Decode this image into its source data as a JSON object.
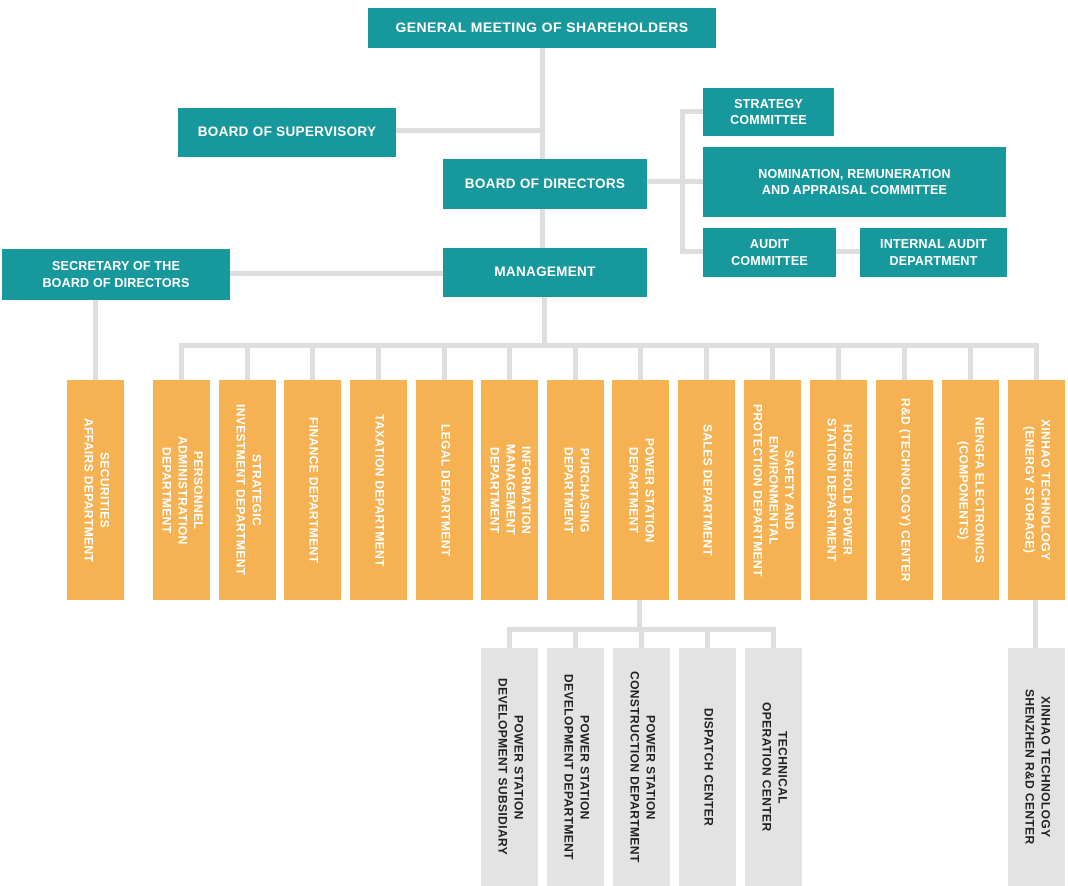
{
  "colors": {
    "teal": "#17989d",
    "orange": "#f6b152",
    "gray_box": "#e3e3e3",
    "connector_line": "#dedede",
    "light_text": "#ffffff",
    "dark_text": "#212121"
  },
  "chart_data": {
    "type": "org-chart",
    "root": "GENERAL MEETING OF SHAREHOLDERS",
    "hierarchy": [
      {
        "parent": "GENERAL MEETING OF SHAREHOLDERS",
        "children": [
          "BOARD OF SUPERVISORY",
          "BOARD OF DIRECTORS"
        ]
      },
      {
        "parent": "BOARD OF DIRECTORS",
        "children": [
          "STRATEGY COMMITTEE",
          "NOMINATION, REMUNERATION AND APPRAISAL COMMITTEE",
          "AUDIT COMMITTEE",
          "MANAGEMENT"
        ]
      },
      {
        "parent": "AUDIT COMMITTEE",
        "children": [
          "INTERNAL AUDIT DEPARTMENT"
        ]
      },
      {
        "parent": "MANAGEMENT",
        "children": [
          "SECRETARY OF THE BOARD OF DIRECTORS",
          "PERSONNEL ADMINISTRATION DEPARTMENT",
          "STRATEGIC INVESTMENT DEPARTMENT",
          "FINANCE DEPARTMENT",
          "TAXATION DEPARTMENT",
          "LEGAL DEPARTMENT",
          "INFORMATION MANAGEMENT DEPARTMENT",
          "PURCHASING DEPARTMENT",
          "POWER STATION DEPARTMENT",
          "SALES DEPARTMENT",
          "SAFETY AND ENVIRONMENTAL PROTECTION DEPARTMENT",
          "HOUSEHOLD POWER STATION DEPARTMENT",
          "R&D (TECHNOLOGY) CENTER",
          "NENGFA ELECTRONICS (COMPONENTS)",
          "XINHAO TECHNOLOGY (ENERGY STORAGE)"
        ]
      },
      {
        "parent": "SECRETARY OF THE BOARD OF DIRECTORS",
        "children": [
          "SECURITIES AFFAIRS DEPARTMENT"
        ]
      },
      {
        "parent": "POWER STATION DEPARTMENT",
        "children": [
          "POWER STATION DEVELOPMENT SUBSIDIARY",
          "POWER STATION DEVELOPMENT DEPARTMENT",
          "POWER STATION CONSTRUCTION DEPARTMENT",
          "DISPATCH CENTER",
          "TECHNICAL OPERATION CENTER"
        ]
      },
      {
        "parent": "XINHAO TECHNOLOGY (ENERGY STORAGE)",
        "children": [
          "XINHAO TECHNOLOGY SHENZHEN R&D CENTER"
        ]
      }
    ]
  },
  "nodes": {
    "general_meeting": {
      "label": "GENERAL MEETING OF SHAREHOLDERS"
    },
    "board_of_supervisory": {
      "label": "BOARD OF SUPERVISORY"
    },
    "board_of_directors": {
      "label": "BOARD OF DIRECTORS"
    },
    "strategy_committee": {
      "label": "STRATEGY\nCOMMITTEE"
    },
    "nomination_committee": {
      "label": "NOMINATION, REMUNERATION\nAND APPRAISAL COMMITTEE"
    },
    "audit_committee": {
      "label": "AUDIT\nCOMMITTEE"
    },
    "internal_audit_department": {
      "label": "INTERNAL AUDIT\nDEPARTMENT"
    },
    "secretary_of_board": {
      "label": "SECRETARY OF THE\nBOARD OF DIRECTORS"
    },
    "management": {
      "label": "MANAGEMENT"
    }
  },
  "departments": [
    {
      "label": "SECURITIES\nAFFAIRS DEPARTMENT"
    },
    {
      "label": "PERSONNEL\nADMINISTRATION\nDEPARTMENT"
    },
    {
      "label": "STRATEGIC\nINVESTMENT DEPARTMENT"
    },
    {
      "label": "FINANCE DEPARTMENT"
    },
    {
      "label": "TAXATION DEPARTMENT"
    },
    {
      "label": "LEGAL DEPARTMENT"
    },
    {
      "label": "INFORMATION\nMANAGEMENT\nDEPARTMENT"
    },
    {
      "label": "PURCHASING\nDEPARTMENT"
    },
    {
      "label": "POWER STATION\nDEPARTMENT"
    },
    {
      "label": "SALES DEPARTMENT"
    },
    {
      "label": "SAFETY AND\nENVIRONMENTAL\nPROTECTION DEPARTMENT"
    },
    {
      "label": "HOUSEHOLD POWER\nSTATION DEPARTMENT"
    },
    {
      "label": "R&D (TECHNOLOGY) CENTER"
    },
    {
      "label": "NENGFA ELECTRONICS\n(COMPONENTS)"
    },
    {
      "label": "XINHAO TECHNOLOGY\n(ENERGY STORAGE)"
    }
  ],
  "power_station_children": [
    {
      "label": "POWER STATION\nDEVELOPMENT SUBSIDIARY"
    },
    {
      "label": "POWER STATION\nDEVELOPMENT DEPARTMENT"
    },
    {
      "label": "POWER STATION\nCONSTRUCTION DEPARTMENT"
    },
    {
      "label": "DISPATCH CENTER"
    },
    {
      "label": "TECHNICAL\nOPERATION CENTER"
    }
  ],
  "xinhao_child": {
    "label": "XINHAO TECHNOLOGY\nSHENZHEN R&D CENTER"
  }
}
